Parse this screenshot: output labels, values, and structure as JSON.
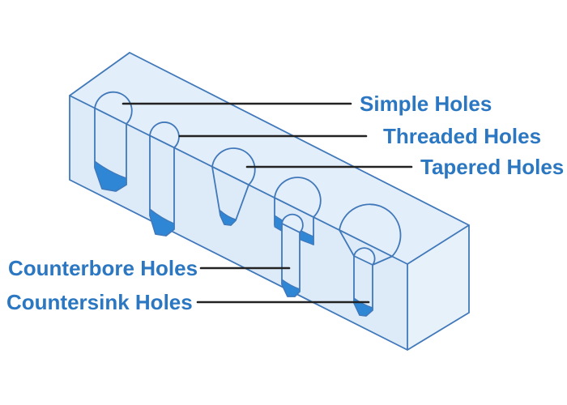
{
  "callouts": [
    {
      "id": "simple",
      "label": "Simple Holes"
    },
    {
      "id": "threaded",
      "label": "Threaded Holes"
    },
    {
      "id": "tapered",
      "label": "Tapered Holes"
    },
    {
      "id": "counterbore",
      "label": "Counterbore Holes"
    },
    {
      "id": "countersink",
      "label": "Countersink Holes"
    }
  ],
  "colors": {
    "background": "#ffffff",
    "face-top": "#e2eef9",
    "face-front": "#dcebf7",
    "face-right": "#e7f1fa",
    "outline": "#4178ba",
    "hole-fill": "#2f86d4",
    "label-text": "#2b77c1",
    "leader-line": "#222222"
  }
}
